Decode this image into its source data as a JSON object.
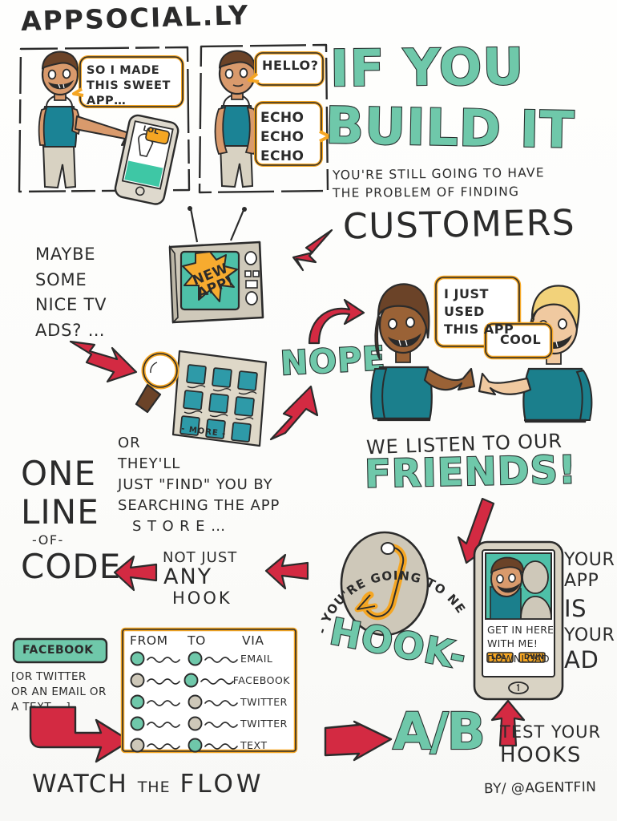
{
  "meta": {
    "brand": "APPSOCIAL.LY",
    "credit": "by/ @AGENTFIN",
    "colors": {
      "teal": "#6fc8aa",
      "red": "#d32a42",
      "orange": "#f5a623",
      "ink": "#2b2b2b",
      "skin": "#d99a6c",
      "skin_light": "#f0c9a0",
      "hair_brown": "#6b4328",
      "hair_blonde": "#f2d27a",
      "shirt_teal": "#1f7f8c",
      "grey": "#c9c4b6",
      "paper": "#fdfdfb"
    }
  },
  "comic": {
    "panel1": {
      "bubble": "SO I MADE THIS SWEET APP…",
      "phone_badge": "LOL"
    },
    "panel2": {
      "bubble_top": "HELLO?",
      "bubble_bottom": "ECHO ECHO ECHO",
      "echo_lines": [
        "ECHO",
        "ECHO",
        "ECHO"
      ]
    }
  },
  "headline": {
    "line1": "IF YOU",
    "line2": "BUILD IT",
    "sub1": "YOU'RE STILL GOING TO HAVE",
    "sub2": "THE PROBLEM OF FINDING",
    "big": "CUSTOMERS"
  },
  "tv": {
    "caption": [
      "MAYBE",
      "SOME",
      "NICE TV",
      "ADS? …"
    ],
    "screen_text_line1": "NEW",
    "screen_text_line2": "APP!"
  },
  "search": {
    "caption": [
      "OR",
      "THEY'LL",
      "JUST \"FIND\" YOU BY",
      "SEARCHING THE APP",
      "S T O R E …"
    ],
    "grid_footer": "- MORE -"
  },
  "nope": {
    "label": "NOPE"
  },
  "friends": {
    "bubble_main": [
      "I JUST",
      "USED",
      "THIS APP"
    ],
    "bubble_small": "COOL",
    "caption_small": "WE LISTEN TO OUR",
    "caption_big": "FRIENDS!"
  },
  "oneline": {
    "l1": "ONE",
    "l2": "LINE",
    "l3": "-OF-",
    "l4": "CODE",
    "badge": "FACEBOOK",
    "note": [
      "[OR TWITTER",
      "OR AN EMAIL OR",
      "A TEXT… ]"
    ]
  },
  "hook": {
    "not_just": "NOT JUST",
    "any": "ANY",
    "hookword": "HOOK",
    "arc_text": "- YOU'RE GOING TO NEED A -",
    "big_hook": "HOOK-"
  },
  "flow_table": {
    "headers": [
      "FROM",
      "TO",
      "VIA"
    ],
    "rows": [
      {
        "from": "teal",
        "to": "teal",
        "via": "EMAIL"
      },
      {
        "from": "grey",
        "to": "teal",
        "via": "FACEBOOK"
      },
      {
        "from": "teal",
        "to": "grey",
        "via": "TWITTER"
      },
      {
        "from": "teal",
        "to": "grey",
        "via": "TWITTER"
      },
      {
        "from": "grey",
        "to": "teal",
        "via": "TEXT"
      }
    ],
    "footer_pre": "WATCH",
    "footer_mid": "THE",
    "footer_post": "FLOW"
  },
  "phone_ad": {
    "cta_line1": "GET IN HERE",
    "cta_line2": "WITH ME!",
    "cta_line3": "DOWNLOAD",
    "btn1": "LOL",
    "btn2": "DWN",
    "side_text": [
      "YOUR",
      "APP",
      "IS",
      "YOUR",
      "AD"
    ]
  },
  "ab_test": {
    "label": "A/B",
    "caption_line1": "TEST YOUR",
    "caption_line2": "HOOKS"
  }
}
